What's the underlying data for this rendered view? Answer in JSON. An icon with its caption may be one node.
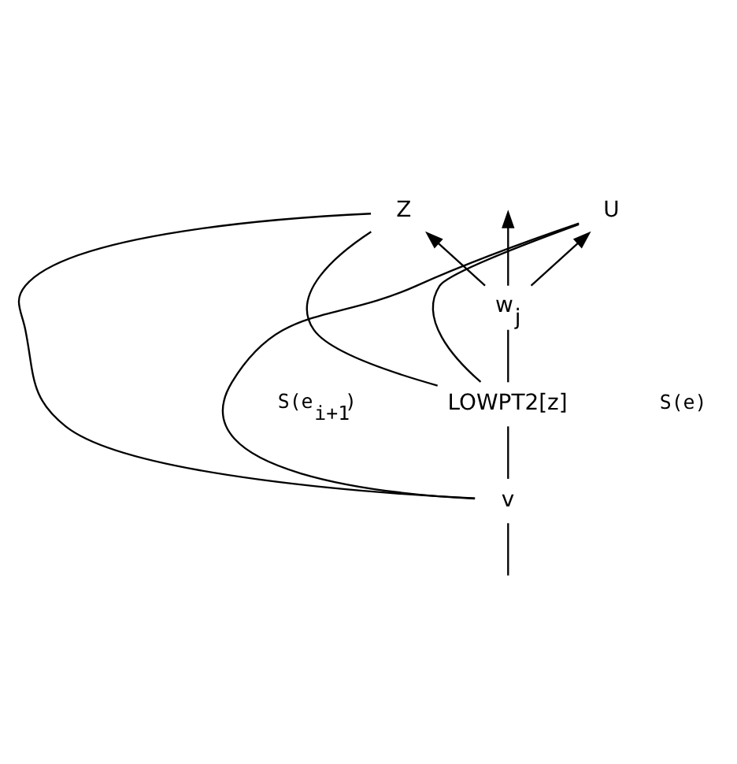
{
  "diagram": {
    "nodes": [
      {
        "text": [
          "Z"
        ]
      },
      {
        "text": [
          "U"
        ]
      },
      {
        "text": [
          "w$_{j}$"
        ]
      },
      {
        "text": [
          "LOWPT2[z]"
        ]
      },
      {
        "text": [
          "v"
        ]
      }
    ],
    "edges": [
      {
        "from": 2,
        "to": 0,
        "arrow": "to"
      },
      {
        "from": 2,
        "to": 1,
        "arrow": "to"
      },
      {
        "from": 2,
        "to": null,
        "arrow": "to"
      },
      {
        "from": 3,
        "to": 2,
        "arrow": "none"
      },
      {
        "from": 4,
        "to": 3,
        "arrow": "none"
      },
      {
        "from": null,
        "to": 4,
        "arrow": "none"
      },
      {
        "from": 0,
        "to": 3,
        "arrow": "none"
      },
      {
        "from": 3,
        "to": 1,
        "arrow": "none"
      },
      {
        "from": 0,
        "to": 4,
        "arrow": "none"
      },
      {
        "from": 1,
        "to": 4,
        "arrow": "none"
      }
    ],
    "labels": [
      "S(e$_{i+1}$)",
      "S(e)"
    ]
  }
}
